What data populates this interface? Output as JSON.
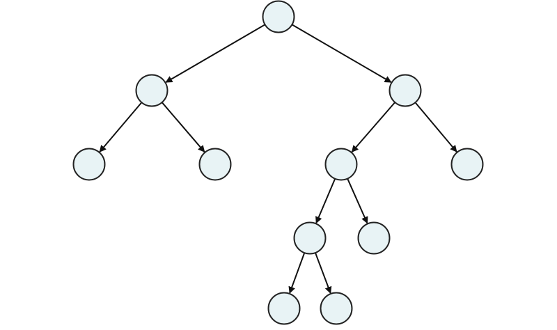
{
  "diagram": {
    "type": "binary-tree",
    "node_fill": "#e8f3f5",
    "node_stroke": "#222222",
    "edge_color": "#111111",
    "nodes": [
      "root",
      "l",
      "r",
      "ll",
      "lr",
      "rl",
      "rr",
      "rll",
      "rlr",
      "rlll",
      "rllr"
    ],
    "edges": [
      [
        "root",
        "l"
      ],
      [
        "root",
        "r"
      ],
      [
        "l",
        "ll"
      ],
      [
        "l",
        "lr"
      ],
      [
        "r",
        "rl"
      ],
      [
        "r",
        "rr"
      ],
      [
        "rl",
        "rll"
      ],
      [
        "rl",
        "rlr"
      ],
      [
        "rll",
        "rlll"
      ],
      [
        "rll",
        "rllr"
      ]
    ]
  }
}
